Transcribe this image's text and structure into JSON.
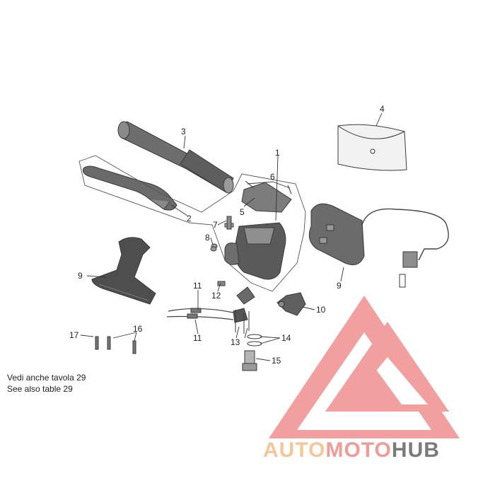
{
  "diagram": {
    "callouts": [
      "1",
      "2",
      "3",
      "4",
      "5",
      "6",
      "7",
      "8",
      "9",
      "9",
      "10",
      "11",
      "11",
      "12",
      "13",
      "14",
      "15",
      "16",
      "17"
    ]
  },
  "notes": {
    "line1": "Vedi anche tavola 29",
    "line2": "See also table 29"
  },
  "watermark": {
    "part1": "AUTO",
    "part2": "MOTO",
    "part3": "HUB",
    "colors": {
      "auto": "#f3c79a",
      "moto": "#f19b96",
      "hub": "#7a7a7a",
      "logo": "#ef8f8f"
    }
  }
}
